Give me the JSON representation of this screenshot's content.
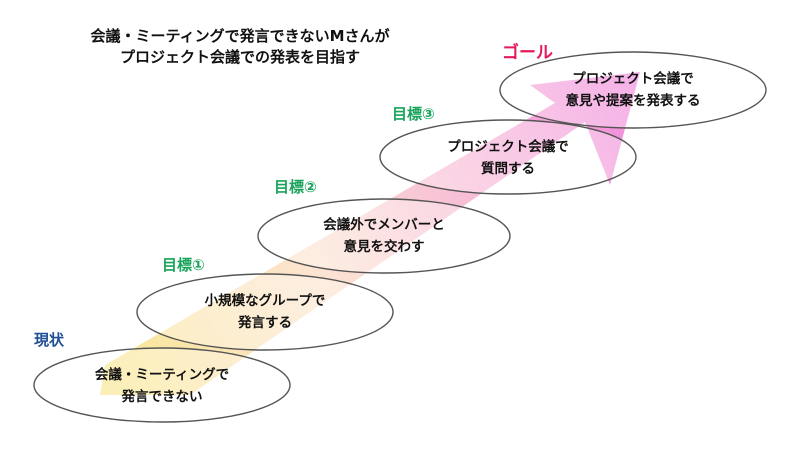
{
  "title": {
    "line1": "会議・ミーティングで発言できないMさんが",
    "line2": "プロジェクト会議での発表を目指す"
  },
  "labels": {
    "current": "現状",
    "goal1": "目標①",
    "goal2": "目標②",
    "goal3": "目標③",
    "final": "ゴール"
  },
  "steps": [
    {
      "line1": "会議・ミーティングで",
      "line2": "発言できない"
    },
    {
      "line1": "小規模なグループで",
      "line2": "発言する"
    },
    {
      "line1": "会議外でメンバーと",
      "line2": "意見を交わす"
    },
    {
      "line1": "プロジェクト会議で",
      "line2": "質問する"
    },
    {
      "line1": "プロジェクト会議で",
      "line2": "意見や提案を発表する"
    }
  ],
  "colors": {
    "current_label": "#1f4e96",
    "goal_label": "#1aa35a",
    "final_label": "#e6195a",
    "arrow_start": "#f7e36a",
    "arrow_end": "#ee72d6",
    "ellipse_stroke": "#555555"
  }
}
